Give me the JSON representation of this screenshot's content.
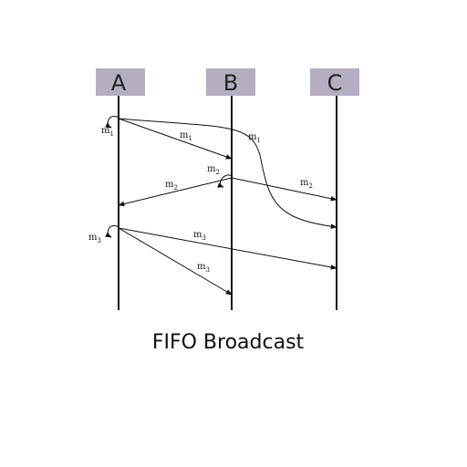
{
  "caption": "FIFO Broadcast",
  "processes": [
    {
      "id": "A",
      "label": "A"
    },
    {
      "id": "B",
      "label": "B"
    },
    {
      "id": "C",
      "label": "C"
    }
  ],
  "messages": {
    "m1": {
      "base": "m",
      "sub": "1"
    },
    "m2": {
      "base": "m",
      "sub": "2"
    },
    "m3": {
      "base": "m",
      "sub": "3"
    }
  },
  "colors": {
    "process_box": "#b6adc1",
    "line": "#111111"
  }
}
